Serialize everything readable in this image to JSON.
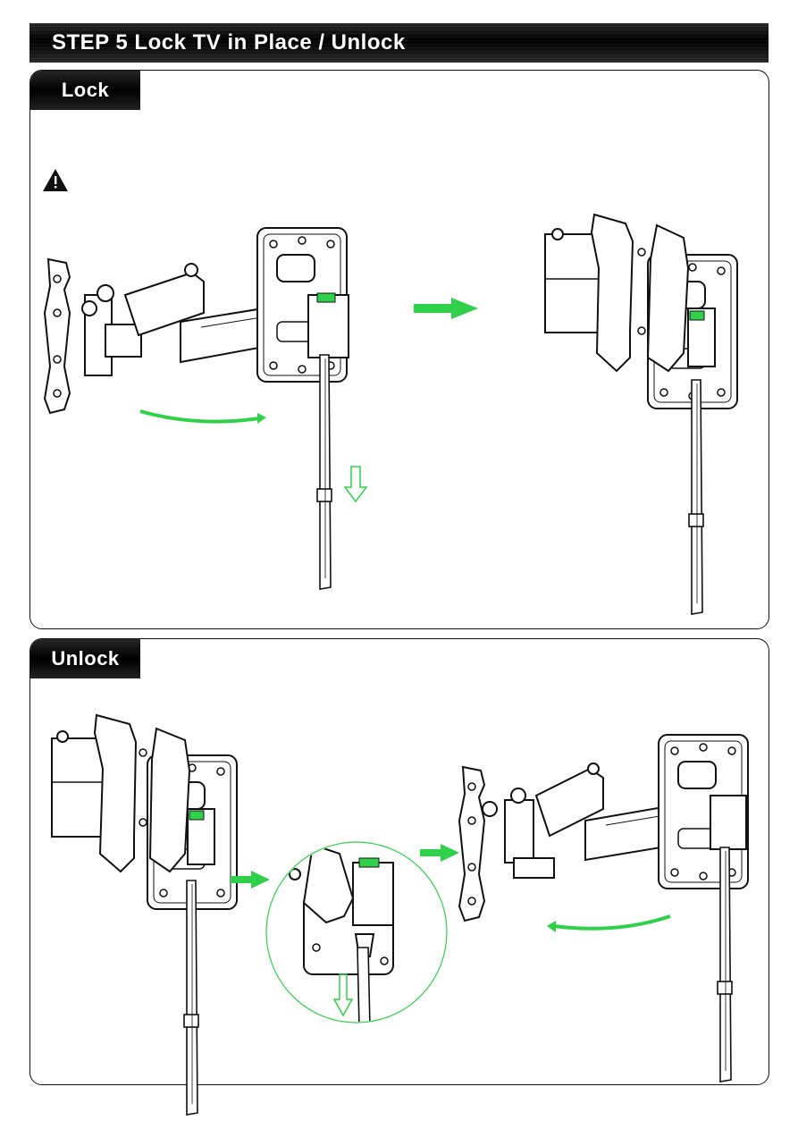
{
  "header": {
    "title": "STEP 5 Lock TV in Place / Unlock"
  },
  "lock": {
    "tab_label": "Lock",
    "warning_icon": "warning-icon"
  },
  "unlock": {
    "tab_label": "Unlock"
  },
  "colors": {
    "accent_green": "#2fd14a",
    "ink": "#111111"
  }
}
